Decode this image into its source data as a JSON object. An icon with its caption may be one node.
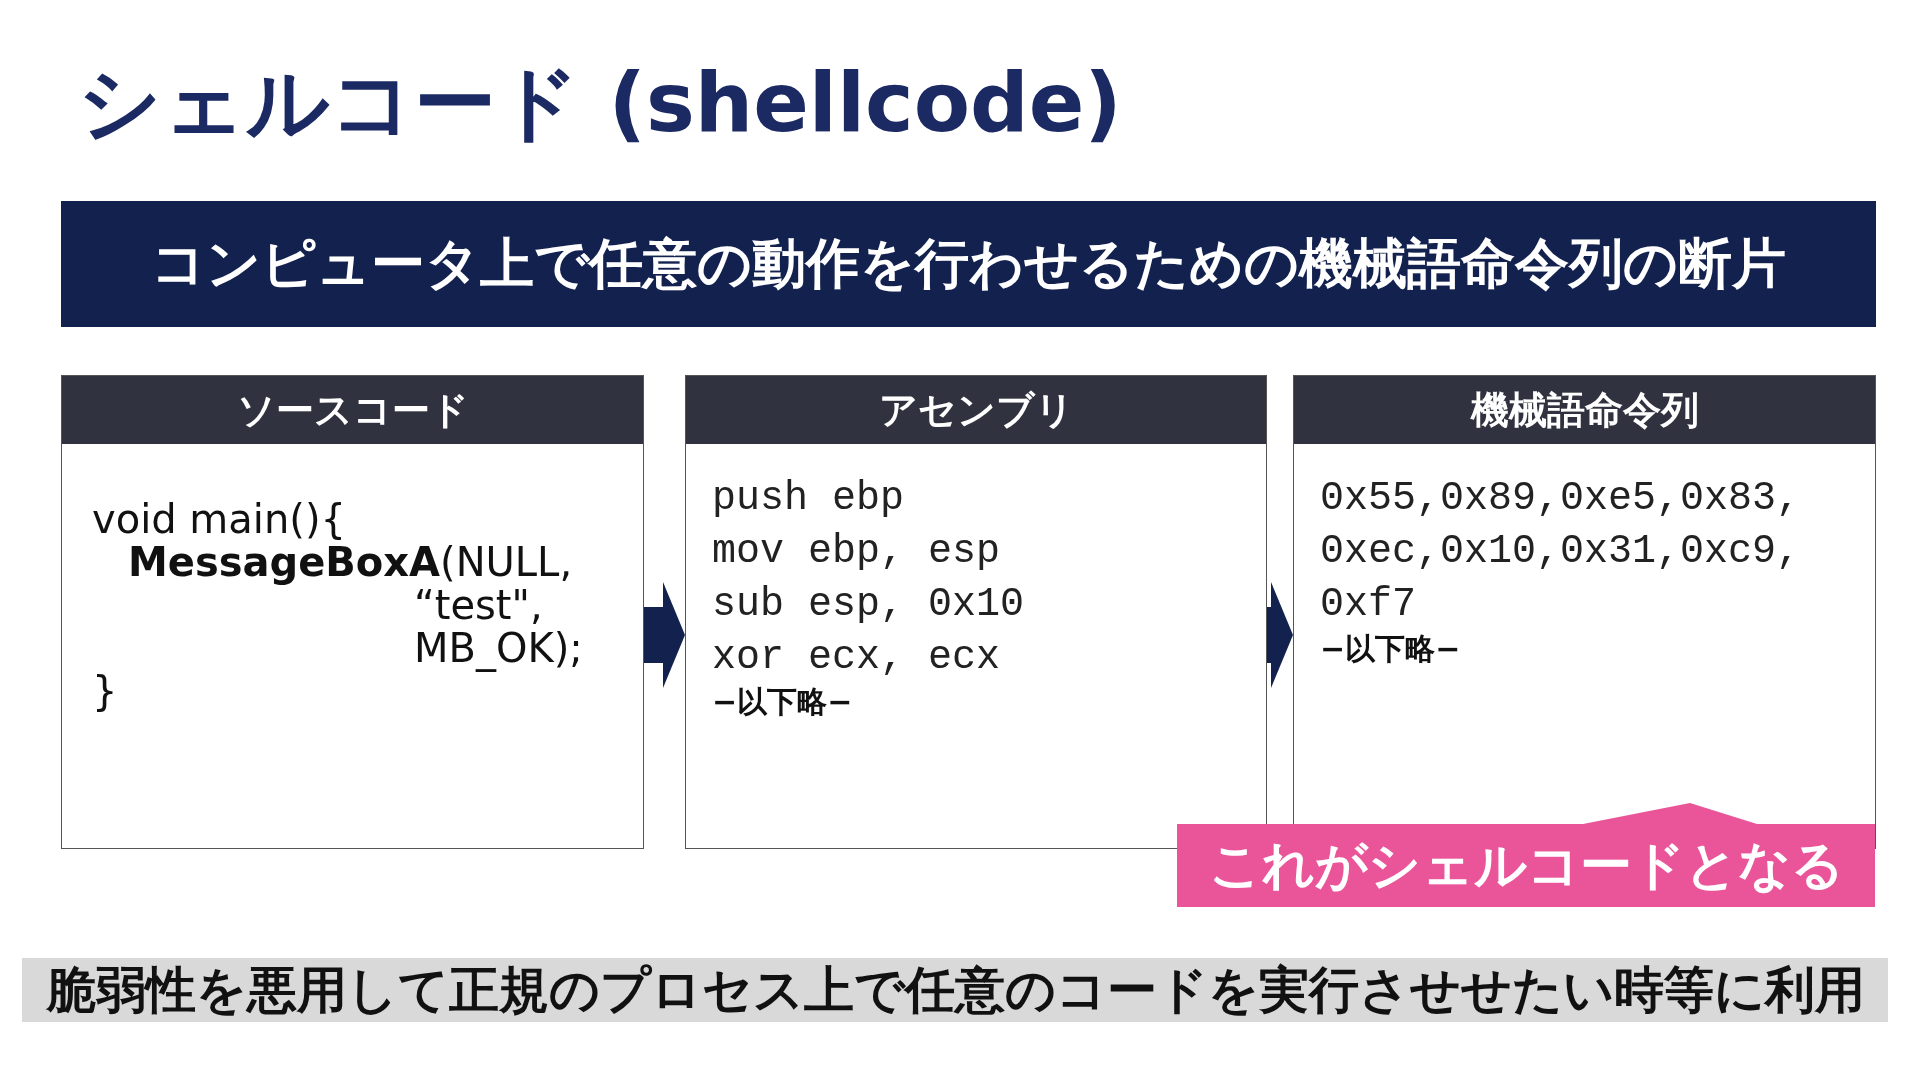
{
  "diagram": {
    "title": "シェルコード (shellcode)",
    "nodes": [
      {
        "text": [
          "コンピュータ上で任意の動作を行わせるための機械語命令列の断片"
        ]
      },
      {
        "text": [
          "ソースコード",
          "void main(){",
          "**MessageBoxA**(NULL,",
          "“test\",",
          "MB_OK);",
          "}"
        ]
      },
      {
        "text": [
          "アセンブリ",
          "push ebp",
          "mov ebp, esp",
          "sub esp, 0x10",
          "xor ecx, ecx",
          "−以下略−"
        ]
      },
      {
        "text": [
          "機械語命令列",
          "0x55,0x89,0xe5,0x83,",
          "0xec,0x10,0x31,0xc9,",
          "0xf7",
          "−以下略−"
        ]
      },
      {
        "text": [
          "これがシェルコードとなる"
        ]
      },
      {
        "text": [
          "脆弱性を悪用して正規のプロセス上で任意のコードを実行させせたい時等に利用"
        ]
      }
    ],
    "edges": [
      {
        "from": 1,
        "to": 2,
        "arrow": "to"
      },
      {
        "from": 2,
        "to": 3,
        "arrow": "to"
      }
    ]
  }
}
